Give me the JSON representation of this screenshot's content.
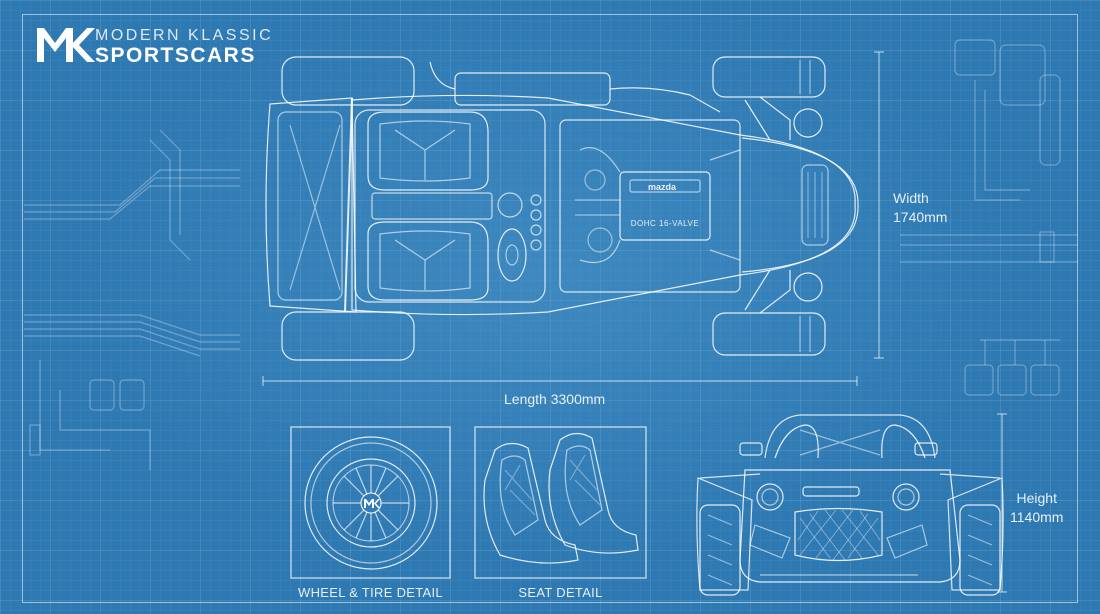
{
  "brand": {
    "line1": "MODERN KLASSIC",
    "line2": "SPORTSCARS"
  },
  "engine": {
    "cover_brand": "mazda",
    "cover_text": "DOHC 16-VALVE"
  },
  "dimensions": {
    "length": "Length 3300mm",
    "width_label": "Width",
    "width_value": "1740mm",
    "height_label": "Height",
    "height_value": "1140mm"
  },
  "details": {
    "wheel_caption": "WHEEL & TIRE DETAIL",
    "seat_caption": "SEAT DETAIL"
  },
  "colors": {
    "background": "#2f79b3",
    "line": "#ffffff"
  }
}
